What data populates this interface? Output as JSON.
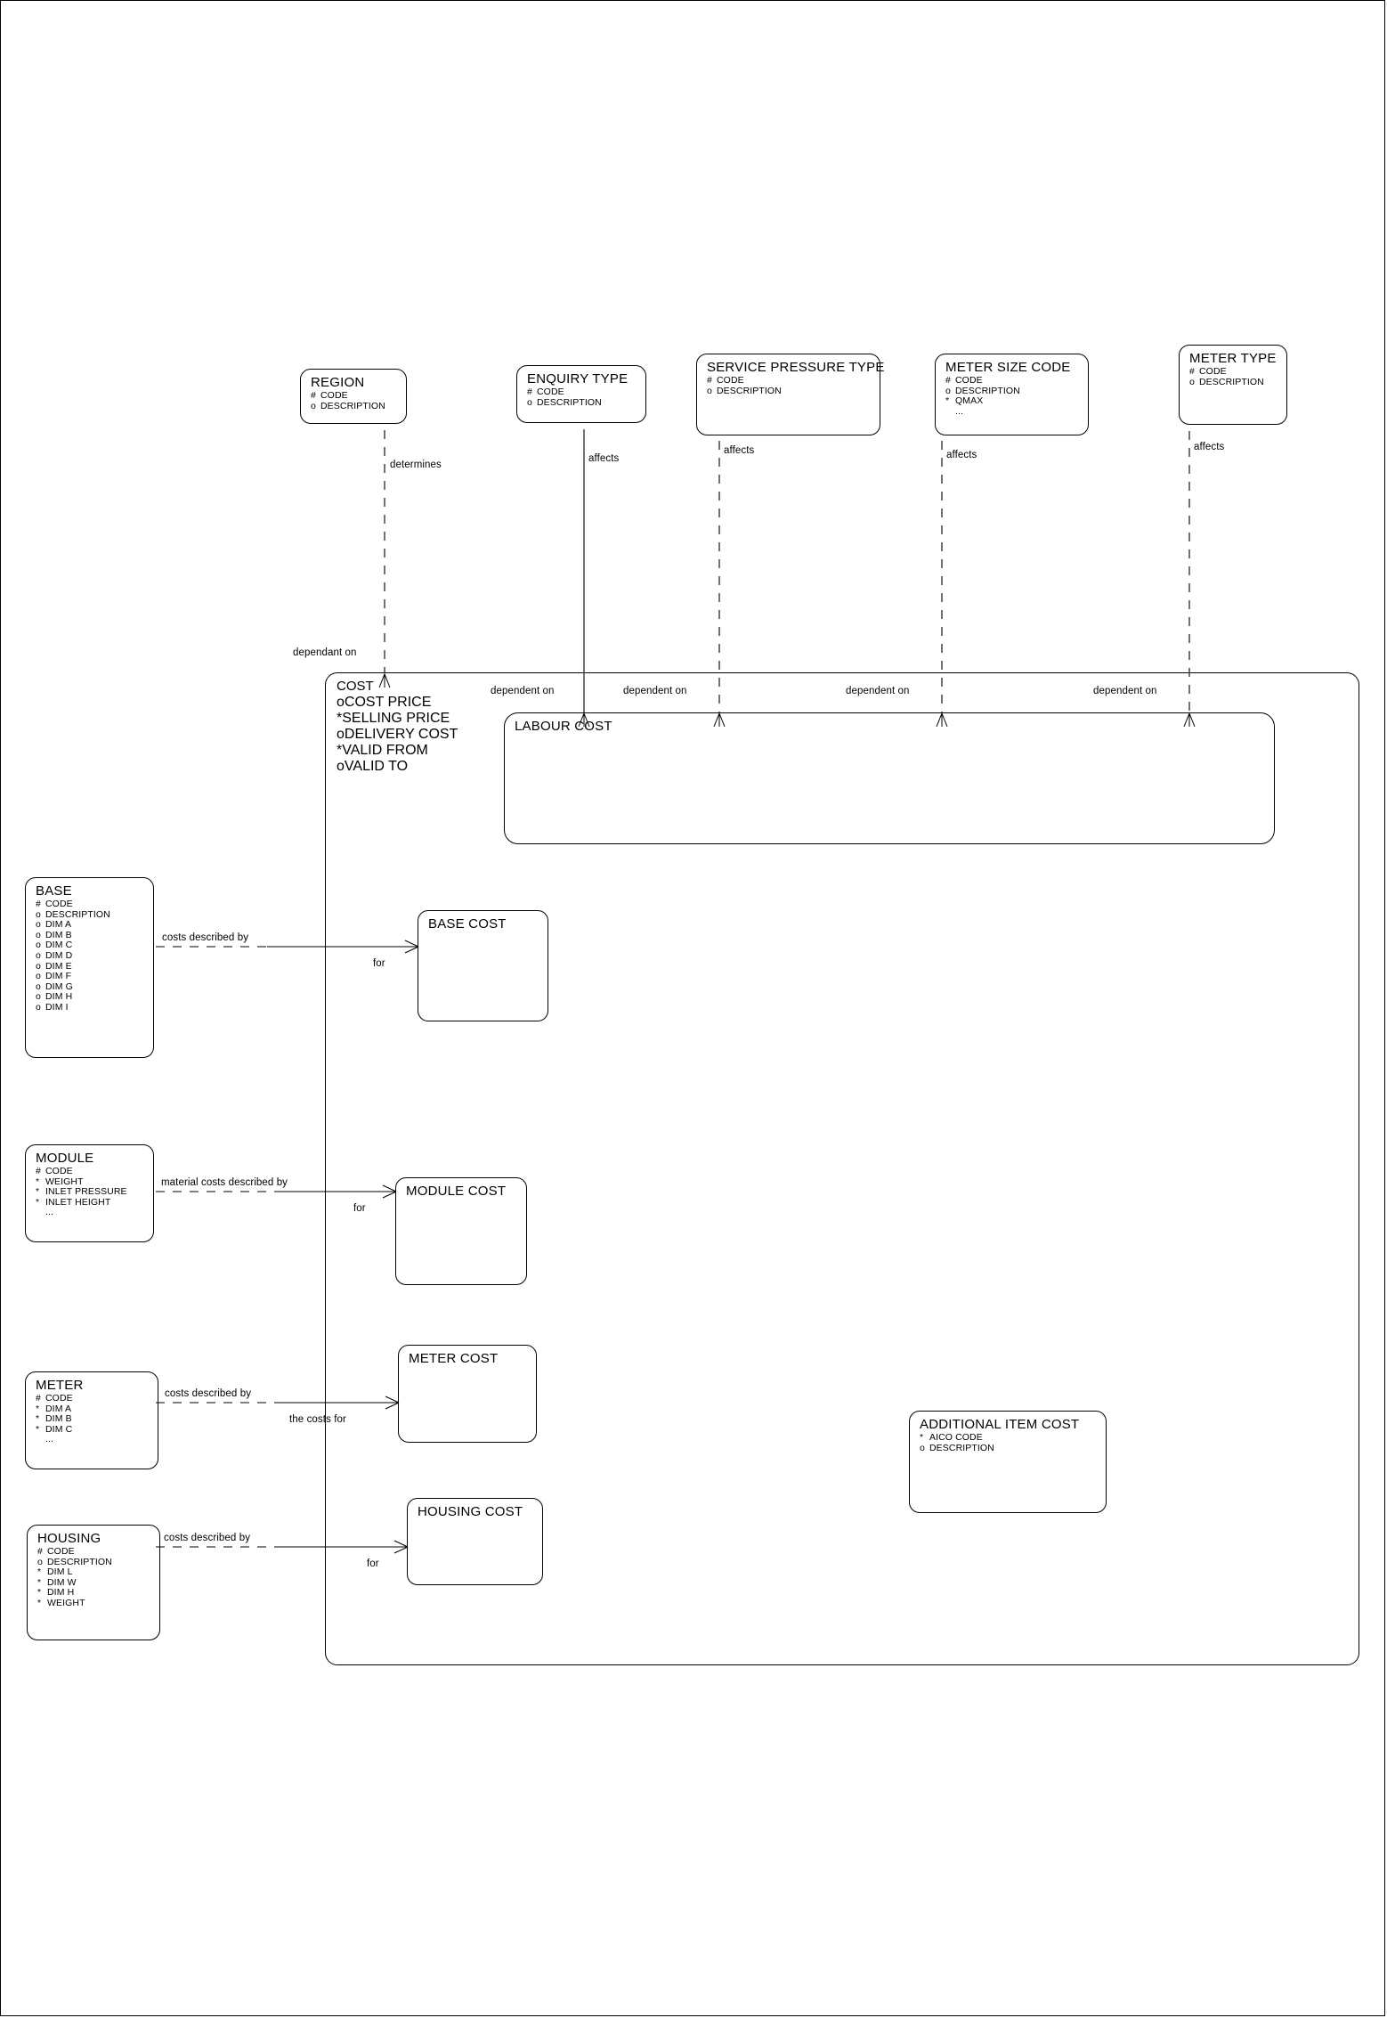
{
  "diagram": {
    "title": "COST entity relationship diagram",
    "line_color": "#000000",
    "background": "#ffffff"
  },
  "entities": [
    {
      "id": "region",
      "name": "REGION",
      "attributes": [
        {
          "mark": "#",
          "label": "CODE"
        },
        {
          "mark": "o",
          "label": "DESCRIPTION"
        }
      ]
    },
    {
      "id": "enquiry-type",
      "name": "ENQUIRY TYPE",
      "attributes": [
        {
          "mark": "#",
          "label": "CODE"
        },
        {
          "mark": "o",
          "label": "DESCRIPTION"
        }
      ]
    },
    {
      "id": "service-pressure-type",
      "name": "SERVICE PRESSURE TYPE",
      "attributes": [
        {
          "mark": "#",
          "label": "CODE"
        },
        {
          "mark": "o",
          "label": "DESCRIPTION"
        }
      ]
    },
    {
      "id": "meter-size-code",
      "name": "METER SIZE CODE",
      "attributes": [
        {
          "mark": "#",
          "label": "CODE"
        },
        {
          "mark": "o",
          "label": "DESCRIPTION"
        },
        {
          "mark": "*",
          "label": "QMAX"
        },
        {
          "mark": "",
          "label": "..."
        }
      ]
    },
    {
      "id": "meter-type",
      "name": "METER TYPE",
      "attributes": [
        {
          "mark": "#",
          "label": "CODE"
        },
        {
          "mark": "o",
          "label": "DESCRIPTION"
        }
      ]
    },
    {
      "id": "cost",
      "name": "COST",
      "attributes": [
        {
          "mark": "o",
          "label": "COST PRICE"
        },
        {
          "mark": "*",
          "label": "SELLING PRICE"
        },
        {
          "mark": "o",
          "label": "DELIVERY COST"
        },
        {
          "mark": "*",
          "label": "VALID FROM"
        },
        {
          "mark": "o",
          "label": "VALID TO"
        }
      ]
    },
    {
      "id": "labour-cost",
      "name": "LABOUR COST",
      "attributes": []
    },
    {
      "id": "base",
      "name": "BASE",
      "attributes": [
        {
          "mark": "#",
          "label": "CODE"
        },
        {
          "mark": "o",
          "label": "DESCRIPTION"
        },
        {
          "mark": "o",
          "label": "DIM A"
        },
        {
          "mark": "o",
          "label": "DIM B"
        },
        {
          "mark": "o",
          "label": "DIM C"
        },
        {
          "mark": "o",
          "label": "DIM D"
        },
        {
          "mark": "o",
          "label": "DIM E"
        },
        {
          "mark": "o",
          "label": "DIM F"
        },
        {
          "mark": "o",
          "label": "DIM G"
        },
        {
          "mark": "o",
          "label": "DIM H"
        },
        {
          "mark": "o",
          "label": "DIM I"
        }
      ]
    },
    {
      "id": "base-cost",
      "name": "BASE COST",
      "attributes": []
    },
    {
      "id": "module",
      "name": "MODULE",
      "attributes": [
        {
          "mark": "#",
          "label": "CODE"
        },
        {
          "mark": "*",
          "label": "WEIGHT"
        },
        {
          "mark": "*",
          "label": "INLET PRESSURE"
        },
        {
          "mark": "*",
          "label": "INLET HEIGHT"
        },
        {
          "mark": "",
          "label": "..."
        }
      ]
    },
    {
      "id": "module-cost",
      "name": "MODULE COST",
      "attributes": []
    },
    {
      "id": "meter",
      "name": "METER",
      "attributes": [
        {
          "mark": "#",
          "label": "CODE"
        },
        {
          "mark": "*",
          "label": "DIM A"
        },
        {
          "mark": "*",
          "label": "DIM B"
        },
        {
          "mark": "*",
          "label": "DIM C"
        },
        {
          "mark": "",
          "label": "..."
        }
      ]
    },
    {
      "id": "meter-cost",
      "name": "METER COST",
      "attributes": []
    },
    {
      "id": "housing",
      "name": "HOUSING",
      "attributes": [
        {
          "mark": "#",
          "label": "CODE"
        },
        {
          "mark": "o",
          "label": "DESCRIPTION"
        },
        {
          "mark": "*",
          "label": "DIM L"
        },
        {
          "mark": "*",
          "label": "DIM W"
        },
        {
          "mark": "*",
          "label": "DIM H"
        },
        {
          "mark": "*",
          "label": "WEIGHT"
        }
      ]
    },
    {
      "id": "housing-cost",
      "name": "HOUSING COST",
      "attributes": []
    },
    {
      "id": "additional-item-cost",
      "name": "ADDITIONAL ITEM COST",
      "attributes": [
        {
          "mark": "*",
          "label": "AICO CODE"
        },
        {
          "mark": "o",
          "label": "DESCRIPTION"
        }
      ]
    }
  ],
  "relationship_labels": {
    "determines": "determines",
    "affects_service_pressure": "affects",
    "affects_meter_size": "affects",
    "affects_meter_type": "affects",
    "affects_enquiry": "affects",
    "dependant_on": "dependant on",
    "dependent_on_1": "dependent on",
    "dependent_on_2": "dependent on",
    "dependent_on_3": "dependent on",
    "dependent_on_4": "dependent on",
    "base_costs_described_by": "costs described by",
    "base_for": "for",
    "module_material_costs_described_by": "material costs described by",
    "module_for": "for",
    "meter_costs_described_by": "costs described by",
    "meter_the_costs_for": "the costs for",
    "housing_costs_described_by": "costs described by",
    "housing_for": "for"
  }
}
